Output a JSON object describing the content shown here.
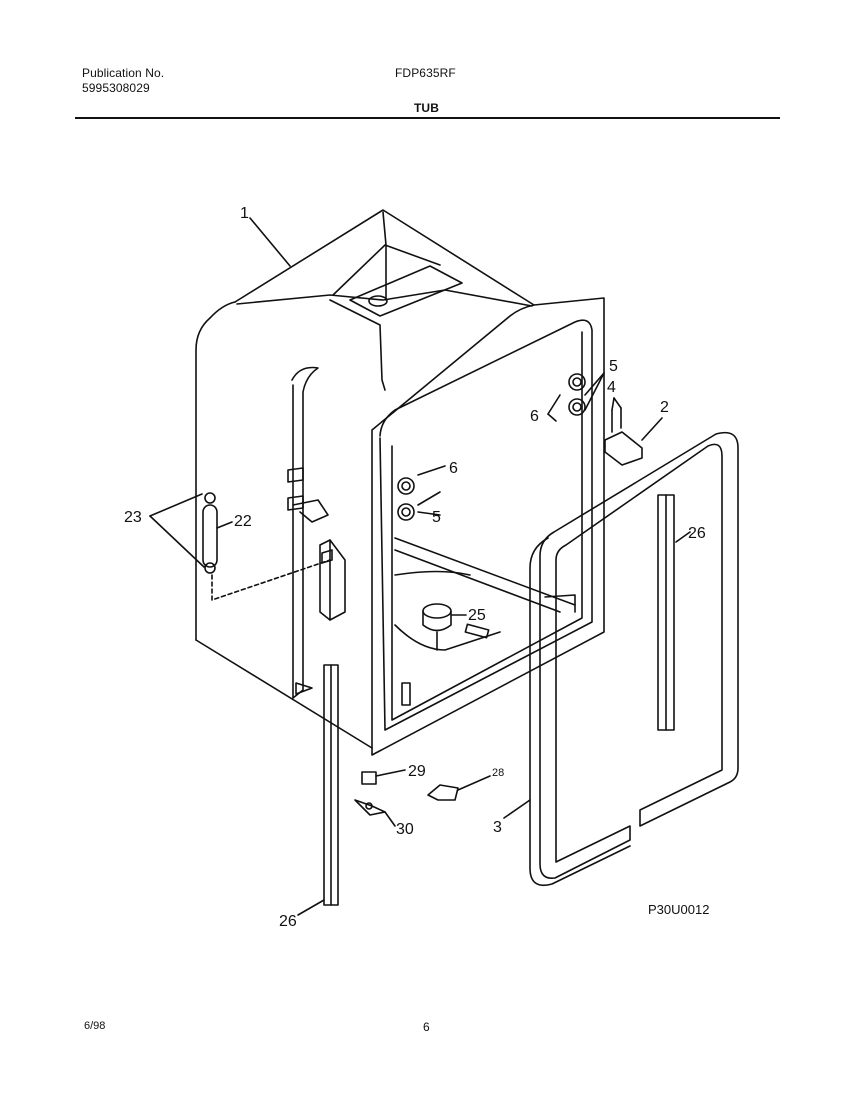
{
  "header": {
    "publication_label": "Publication No.",
    "publication_number": "5995308029",
    "model": "FDP635RF",
    "section_title": "TUB"
  },
  "diagram": {
    "figure_id": "P30U0012",
    "callouts": {
      "c1": "1",
      "c2": "2",
      "c3": "3",
      "c4": "4",
      "c5a": "5",
      "c5b": "5",
      "c6a": "6",
      "c6b": "6",
      "c22": "22",
      "c23": "23",
      "c25": "25",
      "c26a": "26",
      "c26b": "26",
      "c28": "28",
      "c29": "29",
      "c30": "30"
    }
  },
  "footer": {
    "date": "6/98",
    "page": "6"
  }
}
